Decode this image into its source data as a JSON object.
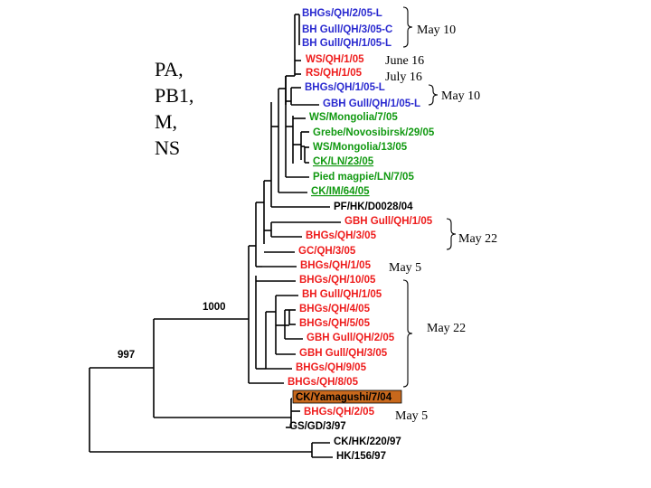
{
  "segments": [
    "PA,",
    "PB1,",
    "M,",
    "NS"
  ],
  "colors": {
    "blue": "#2a2ad0",
    "red": "#ee1c1c",
    "green": "#119911",
    "black": "#000000",
    "highlight": "#c8681c"
  },
  "leaves": [
    {
      "label": "BHGs/QH/2/05-L",
      "color": "blue"
    },
    {
      "label": "BH Gull/QH/3/05-C",
      "color": "blue"
    },
    {
      "label": "BH Gull/QH/1/05-L",
      "color": "blue"
    },
    {
      "label": "WS/QH/1/05",
      "color": "red"
    },
    {
      "label": "RS/QH/1/05",
      "color": "red"
    },
    {
      "label": "BHGs/QH/1/05-L",
      "color": "blue"
    },
    {
      "label": "GBH Gull/QH/1/05-L",
      "color": "blue"
    },
    {
      "label": "WS/Mongolia/7/05",
      "color": "green"
    },
    {
      "label": "Grebe/Novosibirsk/29/05",
      "color": "green"
    },
    {
      "label": "WS/Mongolia/13/05",
      "color": "green"
    },
    {
      "label": "CK/LN/23/05",
      "color": "green",
      "underline": true
    },
    {
      "label": "Pied magpie/LN/7/05",
      "color": "green"
    },
    {
      "label": "CK/IM/64/05",
      "color": "green",
      "underline": true
    },
    {
      "label": "PF/HK/D0028/04",
      "color": "black"
    },
    {
      "label": "GBH Gull/QH/1/05",
      "color": "red"
    },
    {
      "label": "BHGs/QH/3/05",
      "color": "red"
    },
    {
      "label": "GC/QH/3/05",
      "color": "red"
    },
    {
      "label": "BHGs/QH/1/05",
      "color": "red"
    },
    {
      "label": "BHGs/QH/10/05",
      "color": "red"
    },
    {
      "label": "BH Gull/QH/1/05",
      "color": "red"
    },
    {
      "label": "BHGs/QH/4/05",
      "color": "red"
    },
    {
      "label": "BHGs/QH/5/05",
      "color": "red"
    },
    {
      "label": "GBH Gull/QH/2/05",
      "color": "red"
    },
    {
      "label": "GBH Gull/QH/3/05",
      "color": "red"
    },
    {
      "label": "BHGs/QH/9/05",
      "color": "red"
    },
    {
      "label": "BHGs/QH/8/05",
      "color": "red"
    },
    {
      "label": "CK/Yamagushi/7/04",
      "color": "black",
      "highlight": true
    },
    {
      "label": "BHGs/QH/2/05",
      "color": "red"
    },
    {
      "label": "GS/GD/3/97",
      "color": "black"
    },
    {
      "label": "CK/HK/220/97",
      "color": "black"
    },
    {
      "label": "HK/156/97",
      "color": "black"
    }
  ],
  "date_notes": [
    "May 10",
    "June 16",
    "July 16",
    "May 10",
    "May 22",
    "May 5",
    "May 22",
    "May 5"
  ],
  "bootstrap_values": [
    "1000",
    "997"
  ]
}
